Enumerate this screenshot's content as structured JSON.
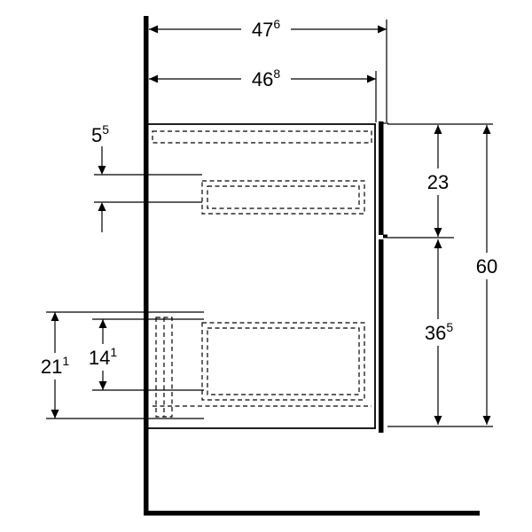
{
  "page": {
    "background": "#ffffff",
    "line_color": "#000000",
    "description": "technical side-elevation drawing of wall-hung vanity cabinet with dimensions"
  },
  "drawing": {
    "type": "technical-elevation",
    "dims": {
      "overall_width": {
        "main": "47",
        "sup": "6"
      },
      "body_width": {
        "main": "46",
        "sup": "8"
      },
      "top_offset": {
        "main": "5",
        "sup": "5"
      },
      "upper_front": {
        "main": "23",
        "sup": ""
      },
      "total_height": {
        "main": "60",
        "sup": ""
      },
      "lower_front": {
        "main": "36",
        "sup": "5"
      },
      "recess_outer": {
        "main": "21",
        "sup": "1"
      },
      "recess_inner": {
        "main": "14",
        "sup": "1"
      }
    }
  }
}
